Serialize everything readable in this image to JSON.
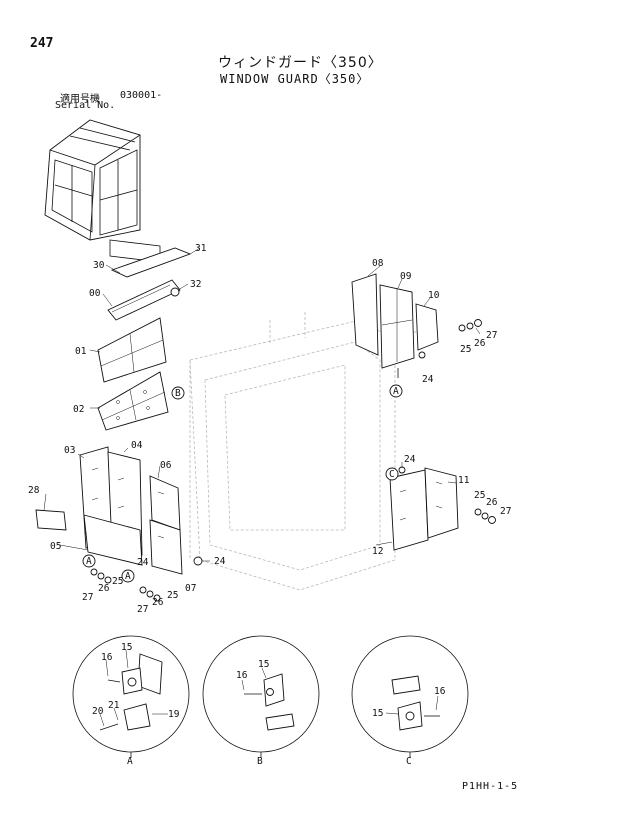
{
  "page_number": "247",
  "title_jp": "ウィンドガード〈350〉",
  "title_en": "WINDOW GUARD〈350〉",
  "serial_label_jp": "適用号機",
  "serial_label_en": "Serial No.",
  "serial_value": "030001-",
  "footer_code": "P1HH-1-5",
  "part_labels": {
    "p00": "00",
    "p01": "01",
    "p02": "02",
    "p03": "03",
    "p04": "04",
    "p05": "05",
    "p06": "06",
    "p07": "07",
    "p08": "08",
    "p09": "09",
    "p10": "10",
    "p11": "11",
    "p12": "12",
    "p15a": "15",
    "p15b": "15",
    "p15c": "15",
    "p16a": "16",
    "p16b": "16",
    "p16c": "16",
    "p19": "19",
    "p20": "20",
    "p21": "21",
    "p24a": "24",
    "p24b": "24",
    "p24c": "24",
    "p24d": "24",
    "p25a": "25",
    "p25b": "25",
    "p25c": "25",
    "p25d": "25",
    "p26a": "26",
    "p26b": "26",
    "p26c": "26",
    "p26d": "26",
    "p27a": "27",
    "p27b": "27",
    "p27c": "27",
    "p27d": "27",
    "p28": "28",
    "p30": "30",
    "p31": "31",
    "p32": "32"
  },
  "callouts": {
    "a1": "A",
    "a2": "A",
    "a3": "A",
    "b1": "B",
    "c1": "C"
  },
  "details": {
    "a": "A",
    "b": "B",
    "c": "C"
  }
}
